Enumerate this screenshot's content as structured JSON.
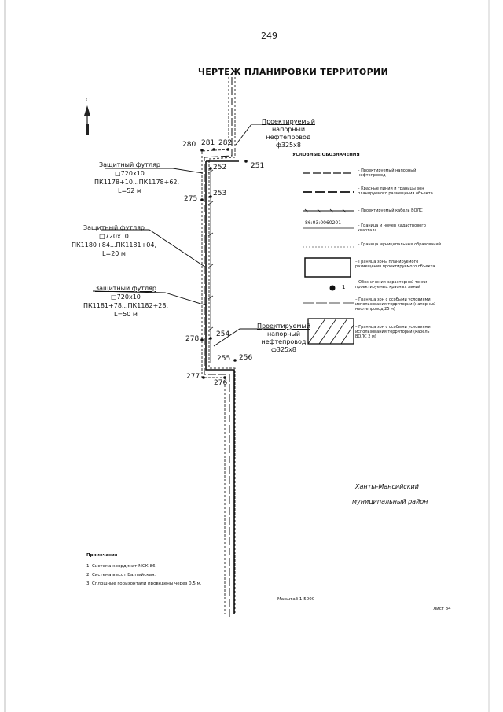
{
  "page_number": "249",
  "title": "ЧЕРТЕЖ ПЛАНИРОВКИ ТЕРРИТОРИИ",
  "north_label": "С",
  "points": [
    "280",
    "281",
    "282",
    "251",
    "252",
    "253",
    "275",
    "254",
    "278",
    "255",
    "256",
    "277",
    "276"
  ],
  "pipeline_top": {
    "line1": "Проектируемый",
    "line2": "напорный",
    "line3": "нефтепровод",
    "line4": "ф325х8"
  },
  "pipeline_bottom": {
    "line1": "Проектируемый",
    "line2": "напорный",
    "line3": "нефтепровод",
    "line4": "ф325х8"
  },
  "casings": [
    {
      "title": "Защитный футляр",
      "size": "□720х10",
      "pk": "ПК1178+10...ПК1178+62,",
      "length": "L=52 м"
    },
    {
      "title": "Защитный футляр",
      "size": "□720х10",
      "pk": "ПК1180+84...ПК1181+04,",
      "length": "L=20 м"
    },
    {
      "title": "Защитный футляр",
      "size": "□720х10",
      "pk": "ПК1181+78...ПК1182+28,",
      "length": "L=50 м"
    }
  ],
  "legend": {
    "title": "УСЛОВНЫЕ ОБОЗНАЧЕНИЯ",
    "items": [
      {
        "label": "– Проектируемый напорный нефтепровод"
      },
      {
        "label": "– Красные линии и границы зон планируемого размещения объекта"
      },
      {
        "label": "– Проектируемый кабель ВОЛС"
      },
      {
        "sample": "86:03:0060201",
        "label": "– Граница и номер кадастрового квартала"
      },
      {
        "label": "– Граница муниципальных образований"
      },
      {
        "label": "– Граница зоны планируемого размещения проектируемого объекта"
      },
      {
        "sample": "1",
        "label": "– Обозначения характерной точки проектируемых красных линий"
      },
      {
        "label": "– Граница зон с особыми условиями использования территории (напорный нефтепровод 25 м)"
      },
      {
        "label": "– Граница зон с особыми условиями использования территории (кабель ВОЛС 2 м)"
      }
    ]
  },
  "region": {
    "line1": "Ханты-Мансийский",
    "line2": "муниципальный район"
  },
  "notes": {
    "title": "Примечания",
    "items": [
      "1. Система координат МСК-86.",
      "2. Система высот Балтийская.",
      "3. Сплошные горизонтали проведены через 0,5 м."
    ]
  },
  "scale": "Масштаб 1:5000",
  "sheet": "Лист 84"
}
